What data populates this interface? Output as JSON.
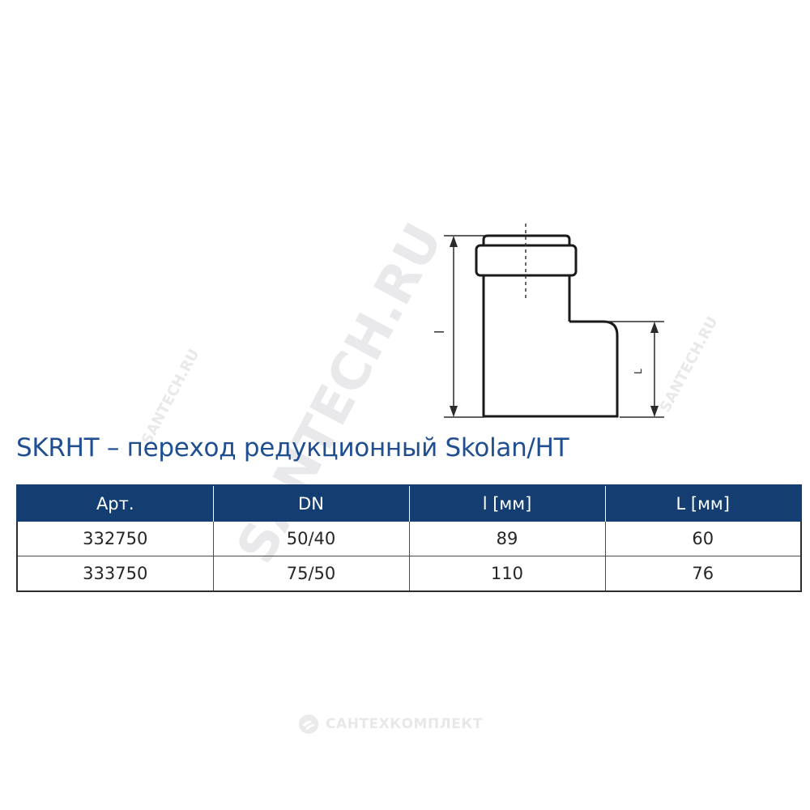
{
  "drawing": {
    "dim_label_l": "l",
    "dim_label_L": "L"
  },
  "watermarks": {
    "main": "SANTECH.RU",
    "small_left": "SANTECH.RU",
    "small_right": "SANTECH.RU"
  },
  "title": "SKRHT – переход редукционный Skolan/HT",
  "table": {
    "headers": [
      "Арт.",
      "DN",
      "l [мм]",
      "L [мм]"
    ],
    "rows": [
      [
        "332750",
        "50/40",
        "89",
        "60"
      ],
      [
        "333750",
        "75/50",
        "110",
        "76"
      ]
    ]
  },
  "footer": {
    "logo_text": "САНТЕХКОМПЛЕКТ",
    "logo_icon": "santehkomplekt-logo-icon"
  },
  "colors": {
    "title": "#1f4e91",
    "header_bg": "#143e72",
    "header_text": "#ffffff",
    "watermark": "#e9e9ec"
  }
}
